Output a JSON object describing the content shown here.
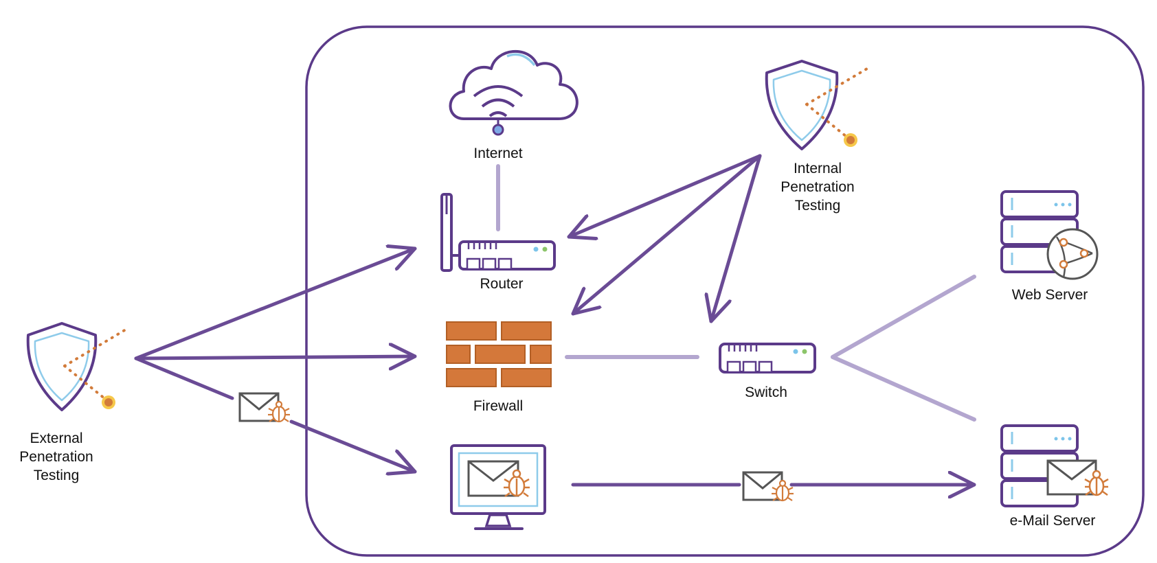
{
  "colors": {
    "accent": "#6a4b95",
    "light_line": "#b3a6cf",
    "frame": "#5b3a89",
    "shield_inner": "#8ecbea",
    "orange": "#d27b3a",
    "dot_yellow": "#f6c84a",
    "brick": "#d4783a",
    "brick_edge": "#b25f25",
    "led_blue": "#7cc4ea",
    "led_green": "#8cc56a",
    "envelope": "#555555"
  },
  "nodes": {
    "internet": {
      "label": "Internet",
      "icon": "cloud-wifi-icon"
    },
    "router": {
      "label": "Router",
      "icon": "router-icon"
    },
    "firewall": {
      "label": "Firewall",
      "icon": "brick-wall-icon"
    },
    "switch": {
      "label": "Switch",
      "icon": "switch-icon"
    },
    "workstation": {
      "label": "",
      "icon": "monitor-mail-bug-icon"
    },
    "web_server": {
      "label": "Web Server",
      "icon": "server-globe-icon"
    },
    "email_server": {
      "label": "e-Mail Server",
      "icon": "server-mail-bug-icon"
    },
    "external": {
      "lines": [
        "External",
        "Penetration",
        "Testing"
      ],
      "icon": "shield-target-icon"
    },
    "internal": {
      "lines": [
        "Internal",
        "Penetration",
        "Testing"
      ],
      "icon": "shield-target-icon"
    }
  },
  "payload_icons": [
    "envelope-bug-icon",
    "envelope-bug-icon"
  ]
}
